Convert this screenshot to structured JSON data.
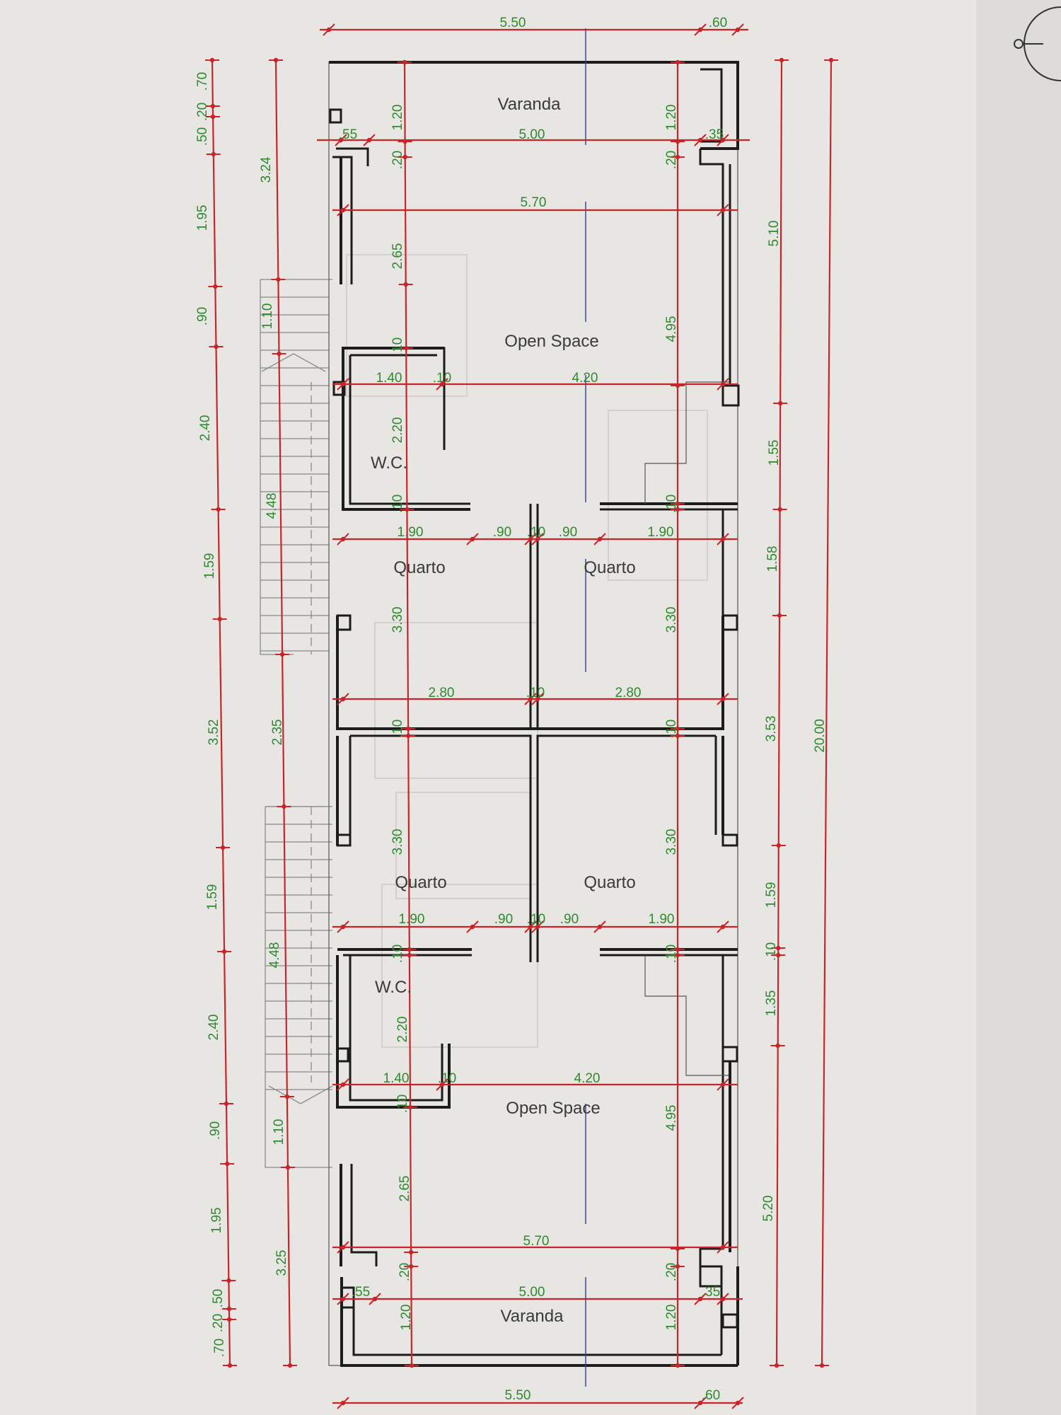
{
  "rooms": {
    "varanda_top": "Varanda",
    "open_space_top": "Open Space",
    "wc_top": "W.C.",
    "quarto_1": "Quarto",
    "quarto_2": "Quarto",
    "quarto_3": "Quarto",
    "quarto_4": "Quarto",
    "wc_bottom": "W.C.",
    "open_space_bottom": "Open Space",
    "varanda_bottom": "Varanda"
  },
  "dims": {
    "top_width": "5.50",
    "top_right_60": ".60",
    "var_top_width": "5.00",
    "var_top_left": ".55",
    "var_top_right": ".35",
    "var_top_depth_l": "1.20",
    "var_top_depth_r": "1.20",
    "top_20_l": ".20",
    "top_20_r": ".20",
    "os_top_width": "5.70",
    "os_top_depth_l": "2.65",
    "os_top_depth_r": "4.95",
    "os_top_10": ".10",
    "wc_top_w": "1.40",
    "wc_top_10": ".10",
    "os_top_420": "4.20",
    "wc_top_h": "2.20",
    "wc_top_10b": ".10",
    "wc_top_10r": ".10",
    "q_top_190_l": "1.90",
    "q_top_90_l": ".90",
    "q_top_10": ".10",
    "q_top_90_r": ".90",
    "q_top_190_r": "1.90",
    "q_top_330_l": "3.30",
    "q_top_330_r": "3.30",
    "q_mid_280_l": "2.80",
    "q_mid_10": ".10",
    "q_mid_280_r": "2.80",
    "q_mid_10_l": ".10",
    "q_mid_10_r": ".10",
    "q_bot_330_l": "3.30",
    "q_bot_330_r": "3.30",
    "q_bot_190_l": "1.90",
    "q_bot_90_l": ".90",
    "q_bot_10": ".10",
    "q_bot_90_r": ".90",
    "q_bot_190_r": "1.90",
    "wc_bot_10": ".10",
    "wc_bot_10r": ".10",
    "wc_bot_h": "2.20",
    "wc_bot_w": "1.40",
    "wc_bot_10m": ".10",
    "os_bot_420": "4.20",
    "wc_bot_10b": ".10",
    "os_bot_depth_l": "2.65",
    "os_bot_depth_r": "4.95",
    "os_bot_width": "5.70",
    "bot_20_l": ".20",
    "bot_20_r": ".20",
    "var_bot_width": "5.00",
    "var_bot_left": ".55",
    "var_bot_right": ".35",
    "var_bot_depth_l": "1.20",
    "var_bot_depth_r": "1.20",
    "bot_width": "5.50",
    "bot_right_60": ".60",
    "l1_70_top": ".70",
    "l1_20_top": ".20",
    "l1_50_top": ".50",
    "l1_195_top": "1.95",
    "l1_90_top": ".90",
    "l1_240_top": "2.40",
    "l1_159_top": "1.59",
    "l1_352": "3.52",
    "l1_159_bot": "1.59",
    "l1_240_bot": "2.40",
    "l1_90_bot": ".90",
    "l1_195_bot": "1.95",
    "l1_50_bot": ".50",
    "l1_20_bot": ".20",
    "l1_70_bot": ".70",
    "l2_324": "3.24",
    "l2_110_top": "1.10",
    "l2_448_top": "4.48",
    "l2_235": "2.35",
    "l2_448_bot": "4.48",
    "l2_110_bot": "1.10",
    "l2_325": "3.25",
    "r1_510": "5.10",
    "r1_155": "1.55",
    "r1_158": "1.58",
    "r1_353": "3.53",
    "r1_159": "1.59",
    "r1_10": ".10",
    "r1_135": "1.35",
    "r1_520": "5.20",
    "r2_total": "20.00"
  }
}
